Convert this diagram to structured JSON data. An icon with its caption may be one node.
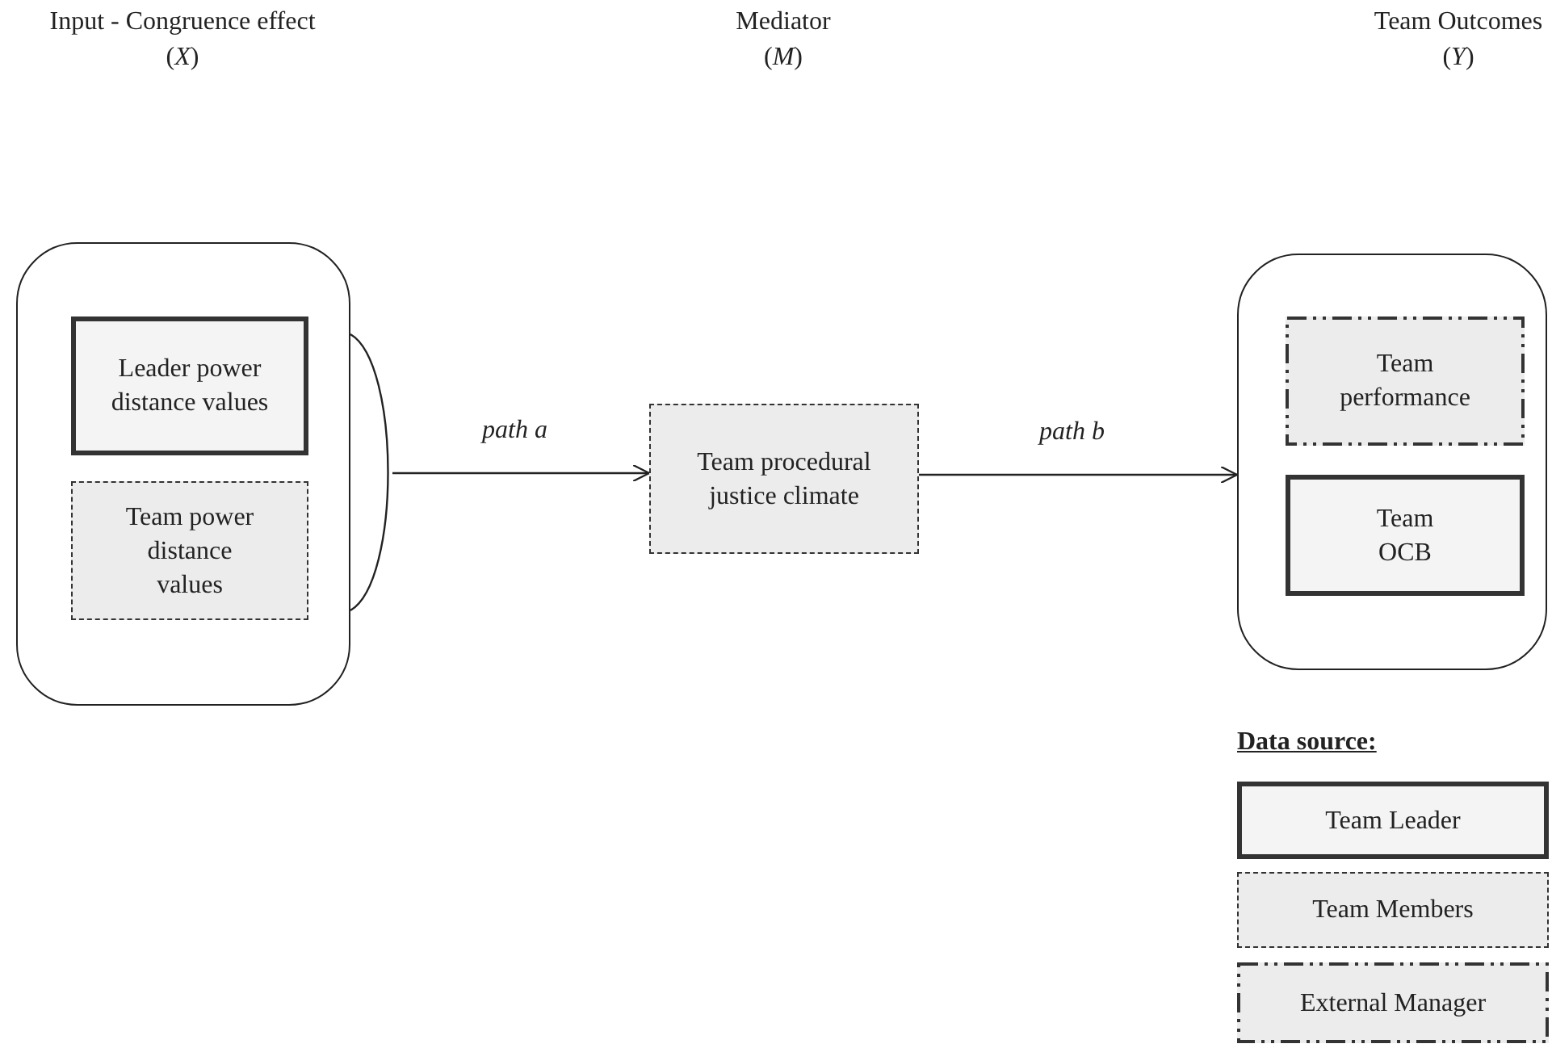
{
  "diagram": {
    "nodes": [
      {
        "text": [],
        "shape": "box"
      },
      {
        "text": [
          "Leader power distance values"
        ],
        "in": 0
      },
      {
        "text": [
          "Team power distance values"
        ],
        "in": 0
      },
      {
        "text": [
          "Team procedural justice climate"
        ]
      },
      {
        "text": [],
        "shape": "box"
      },
      {
        "text": [
          "Team performance"
        ],
        "in": 4
      },
      {
        "text": [
          "Team OCB"
        ],
        "in": 4
      }
    ],
    "edges": [
      {
        "from": 0,
        "to": 3,
        "arrow": "to",
        "label": "path a"
      },
      {
        "from": 3,
        "to": 4,
        "arrow": "to",
        "label": "path b"
      }
    ],
    "labels": [
      "Input - Congruence effect",
      "(*X*)",
      "Mediator",
      "(*M*)",
      "Team Outcomes",
      "(*Y*)",
      "Data source:"
    ],
    "legend": [
      {
        "text": "Team Leader"
      },
      {
        "text": "Team Members"
      },
      {
        "text": "External Manager"
      }
    ]
  }
}
